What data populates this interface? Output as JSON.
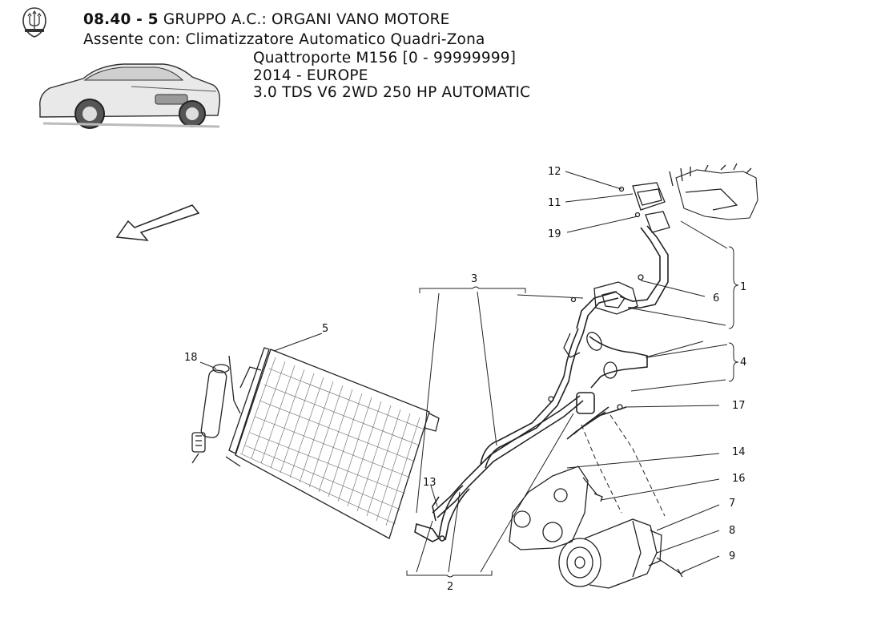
{
  "header": {
    "code": "08.40 - 5",
    "title": "GRUPPO A.C.: ORGANI VANO MOTORE",
    "subtitle": "Assente con: Climatizzatore Automatico Quadri-Zona",
    "model": "Quattroporte M156 [0 - 99999999]",
    "year_market": "2014 - EUROPE",
    "engine": "3.0 TDS V6 2WD 250 HP AUTOMATIC"
  },
  "callouts": {
    "c1": "1",
    "c2": "2",
    "c3": "3",
    "c4": "4",
    "c5": "5",
    "c6": "6",
    "c7": "7",
    "c8": "8",
    "c9": "9",
    "c11": "11",
    "c12": "12",
    "c13": "13",
    "c14": "14",
    "c16": "16",
    "c17": "17",
    "c18": "18",
    "c19": "19"
  },
  "icons": {
    "logo": "trident-logo-icon",
    "car": "car-illustration",
    "direction": "direction-arrow-icon"
  }
}
